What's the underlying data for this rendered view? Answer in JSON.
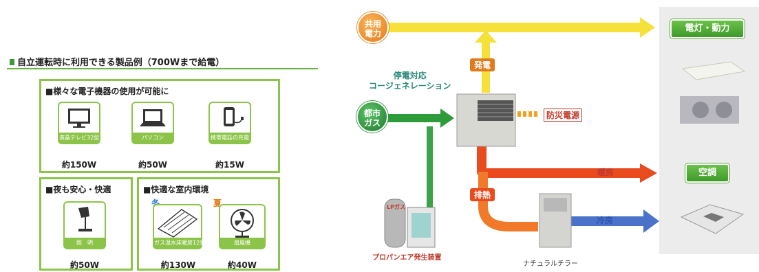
{
  "left_panel": {
    "heading": "自立運転時に利用できる製品例（700Wまで給電）",
    "box_devices": {
      "title": "■様々な電子機器の使用が可能に",
      "items": [
        {
          "label": "液晶テレビ32型",
          "watt": "約150W",
          "icon": "tv-icon"
        },
        {
          "label": "パソコン",
          "watt": "約50W",
          "icon": "laptop-icon"
        },
        {
          "label": "携帯電話の充電",
          "watt": "約15W",
          "icon": "mobile-phone-icon"
        }
      ]
    },
    "box_night": {
      "title": "■夜も安心・快適",
      "items": [
        {
          "label": "照　明",
          "watt": "約50W",
          "icon": "desk-lamp-icon"
        }
      ]
    },
    "box_comfort": {
      "title": "■快適な室内環境",
      "season_winter": "冬",
      "season_summer": "夏",
      "items": [
        {
          "label": "ガス温水床暖房12畳",
          "watt": "約130W",
          "icon": "floor-heating-icon"
        },
        {
          "label": "扇風機",
          "watt": "約40W",
          "icon": "fan-icon"
        }
      ]
    }
  },
  "diagram": {
    "sources": {
      "common_power": "共用\n電力",
      "city_gas": "都市\nガス"
    },
    "cogeneration_label": "停電対応\nコージェネレーション",
    "generation_label": "発電",
    "exhaust_heat_label": "排熱",
    "emergency_power_label": "防災電源",
    "heating_label": "暖房",
    "cooling_label": "冷房",
    "propane_air_label": "プロパンエア発生装置",
    "lp_tank_label": "LPガス",
    "natural_chiller_label": "ナチュラルチラー",
    "outputs": {
      "lighting_power": "電灯・動力",
      "air_conditioning": "空調"
    },
    "colors": {
      "electricity": "#f5e13a",
      "gas": "#2e9b3a",
      "heat": "#e94b1f",
      "cool": "#4a72c8",
      "accent_green": "#8cc44a"
    }
  }
}
